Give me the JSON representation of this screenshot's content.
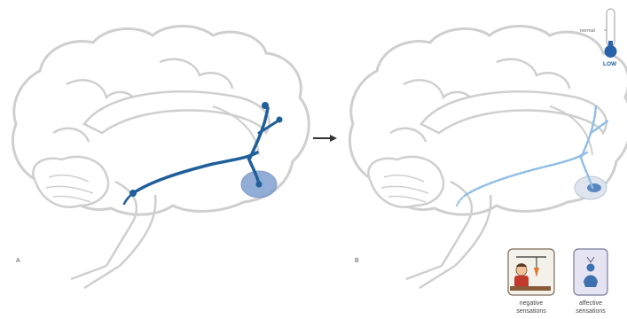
{
  "panels": {
    "a_label": "A",
    "b_label": "B"
  },
  "thermometer": {
    "normal_label": "normal",
    "level_label": "LOW",
    "level_fraction": 0.15
  },
  "icons": {
    "negative_label_line1": "negative",
    "negative_label_line2": "sensations",
    "affective_label_line1": "affective",
    "affective_label_line2": "sensations"
  },
  "colors": {
    "outline": "#cfcfcf",
    "pathway_strong": "#1f5f9a",
    "pathway_weak": "#8fbde6",
    "nucleus_fill": "#7f9fcf",
    "thermometer_fill": "#2a64a8"
  }
}
